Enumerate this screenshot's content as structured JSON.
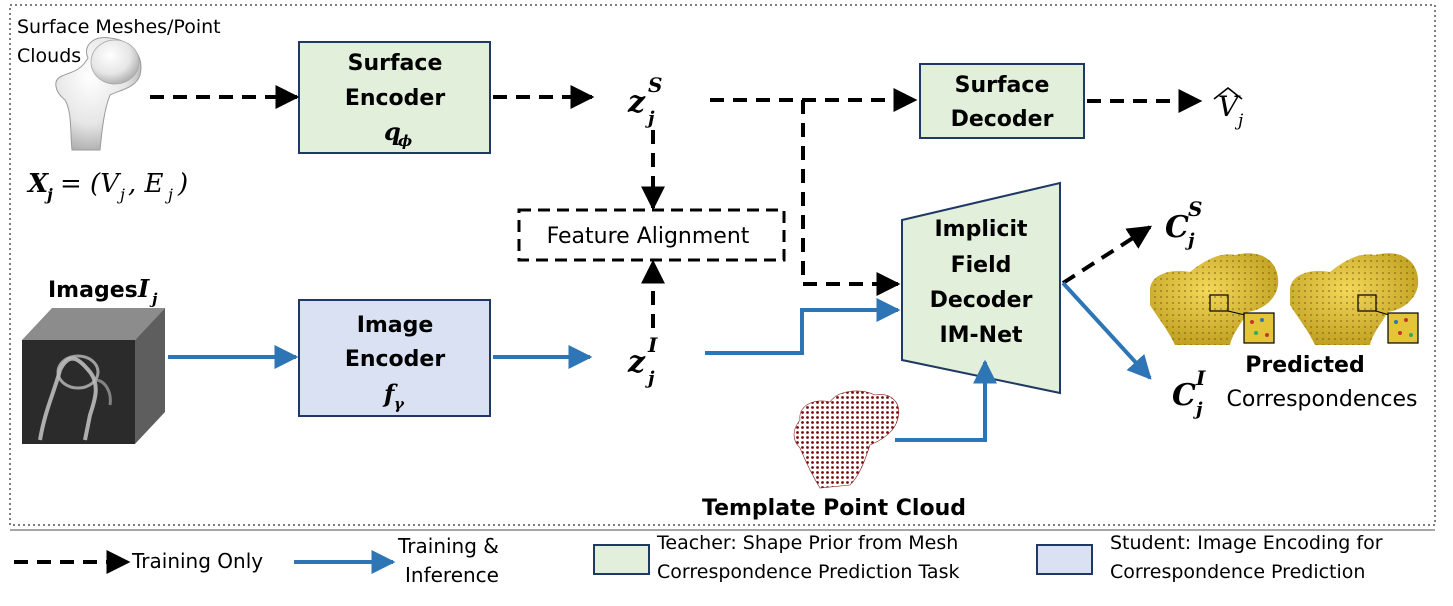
{
  "inputs": {
    "surface_label_line1": "Surface Meshes/Point",
    "surface_label_line2": "Clouds",
    "mesh_formula": "X",
    "mesh_formula_sub": "j",
    "mesh_formula_rhs": "= (V",
    "mesh_formula_rhs_sub": "j",
    "mesh_formula_mid": ", E",
    "mesh_formula_mid_sub": "j",
    "mesh_formula_end": ")",
    "images_label": "Images ",
    "images_symbol": "I",
    "images_sub": "j"
  },
  "blocks": {
    "surface_encoder": {
      "line1": "Surface",
      "line2": "Encoder",
      "param": "q",
      "param_sub": "ϕ"
    },
    "image_encoder": {
      "line1": "Image",
      "line2": "Encoder",
      "param": "f",
      "param_sub": "γ"
    },
    "surface_decoder": {
      "line1": "Surface",
      "line2": "Decoder"
    },
    "feature_alignment": {
      "label": "Feature Alignment"
    },
    "implicit_decoder": {
      "line1": "Implicit",
      "line2": "Field",
      "line3": "Decoder",
      "line4": "IM-Net"
    }
  },
  "latents": {
    "zs": {
      "base": "z",
      "sup": "S",
      "sub": "j"
    },
    "zi": {
      "base": "z",
      "sup": "I",
      "sub": "j"
    },
    "vhat": {
      "base": "V",
      "sub": "j"
    },
    "cs": {
      "base": "C",
      "sup": "S",
      "sub": "j"
    },
    "ci": {
      "base": "C",
      "sup": "I",
      "sub": "j"
    }
  },
  "outputs": {
    "predicted_line1": "Predicted",
    "predicted_line2": "Correspondences",
    "template_label": "Template Point Cloud"
  },
  "legend": {
    "training_only": "Training Only",
    "training_inference_1": "Training &",
    "training_inference_2": "Inference",
    "teacher_1": "Teacher: Shape Prior from Mesh",
    "teacher_2": "Correspondence Prediction Task",
    "student_1": "Student: Image Encoding for",
    "student_2": "Correspondence Prediction"
  },
  "colors": {
    "teacher_fill": "#e2efda",
    "student_fill": "#d9e1f2",
    "box_stroke": "#1f3864",
    "blue_arrow": "#2e75b6",
    "dashed_arrow": "#000000",
    "bone_yellow": "#e0c23a"
  }
}
